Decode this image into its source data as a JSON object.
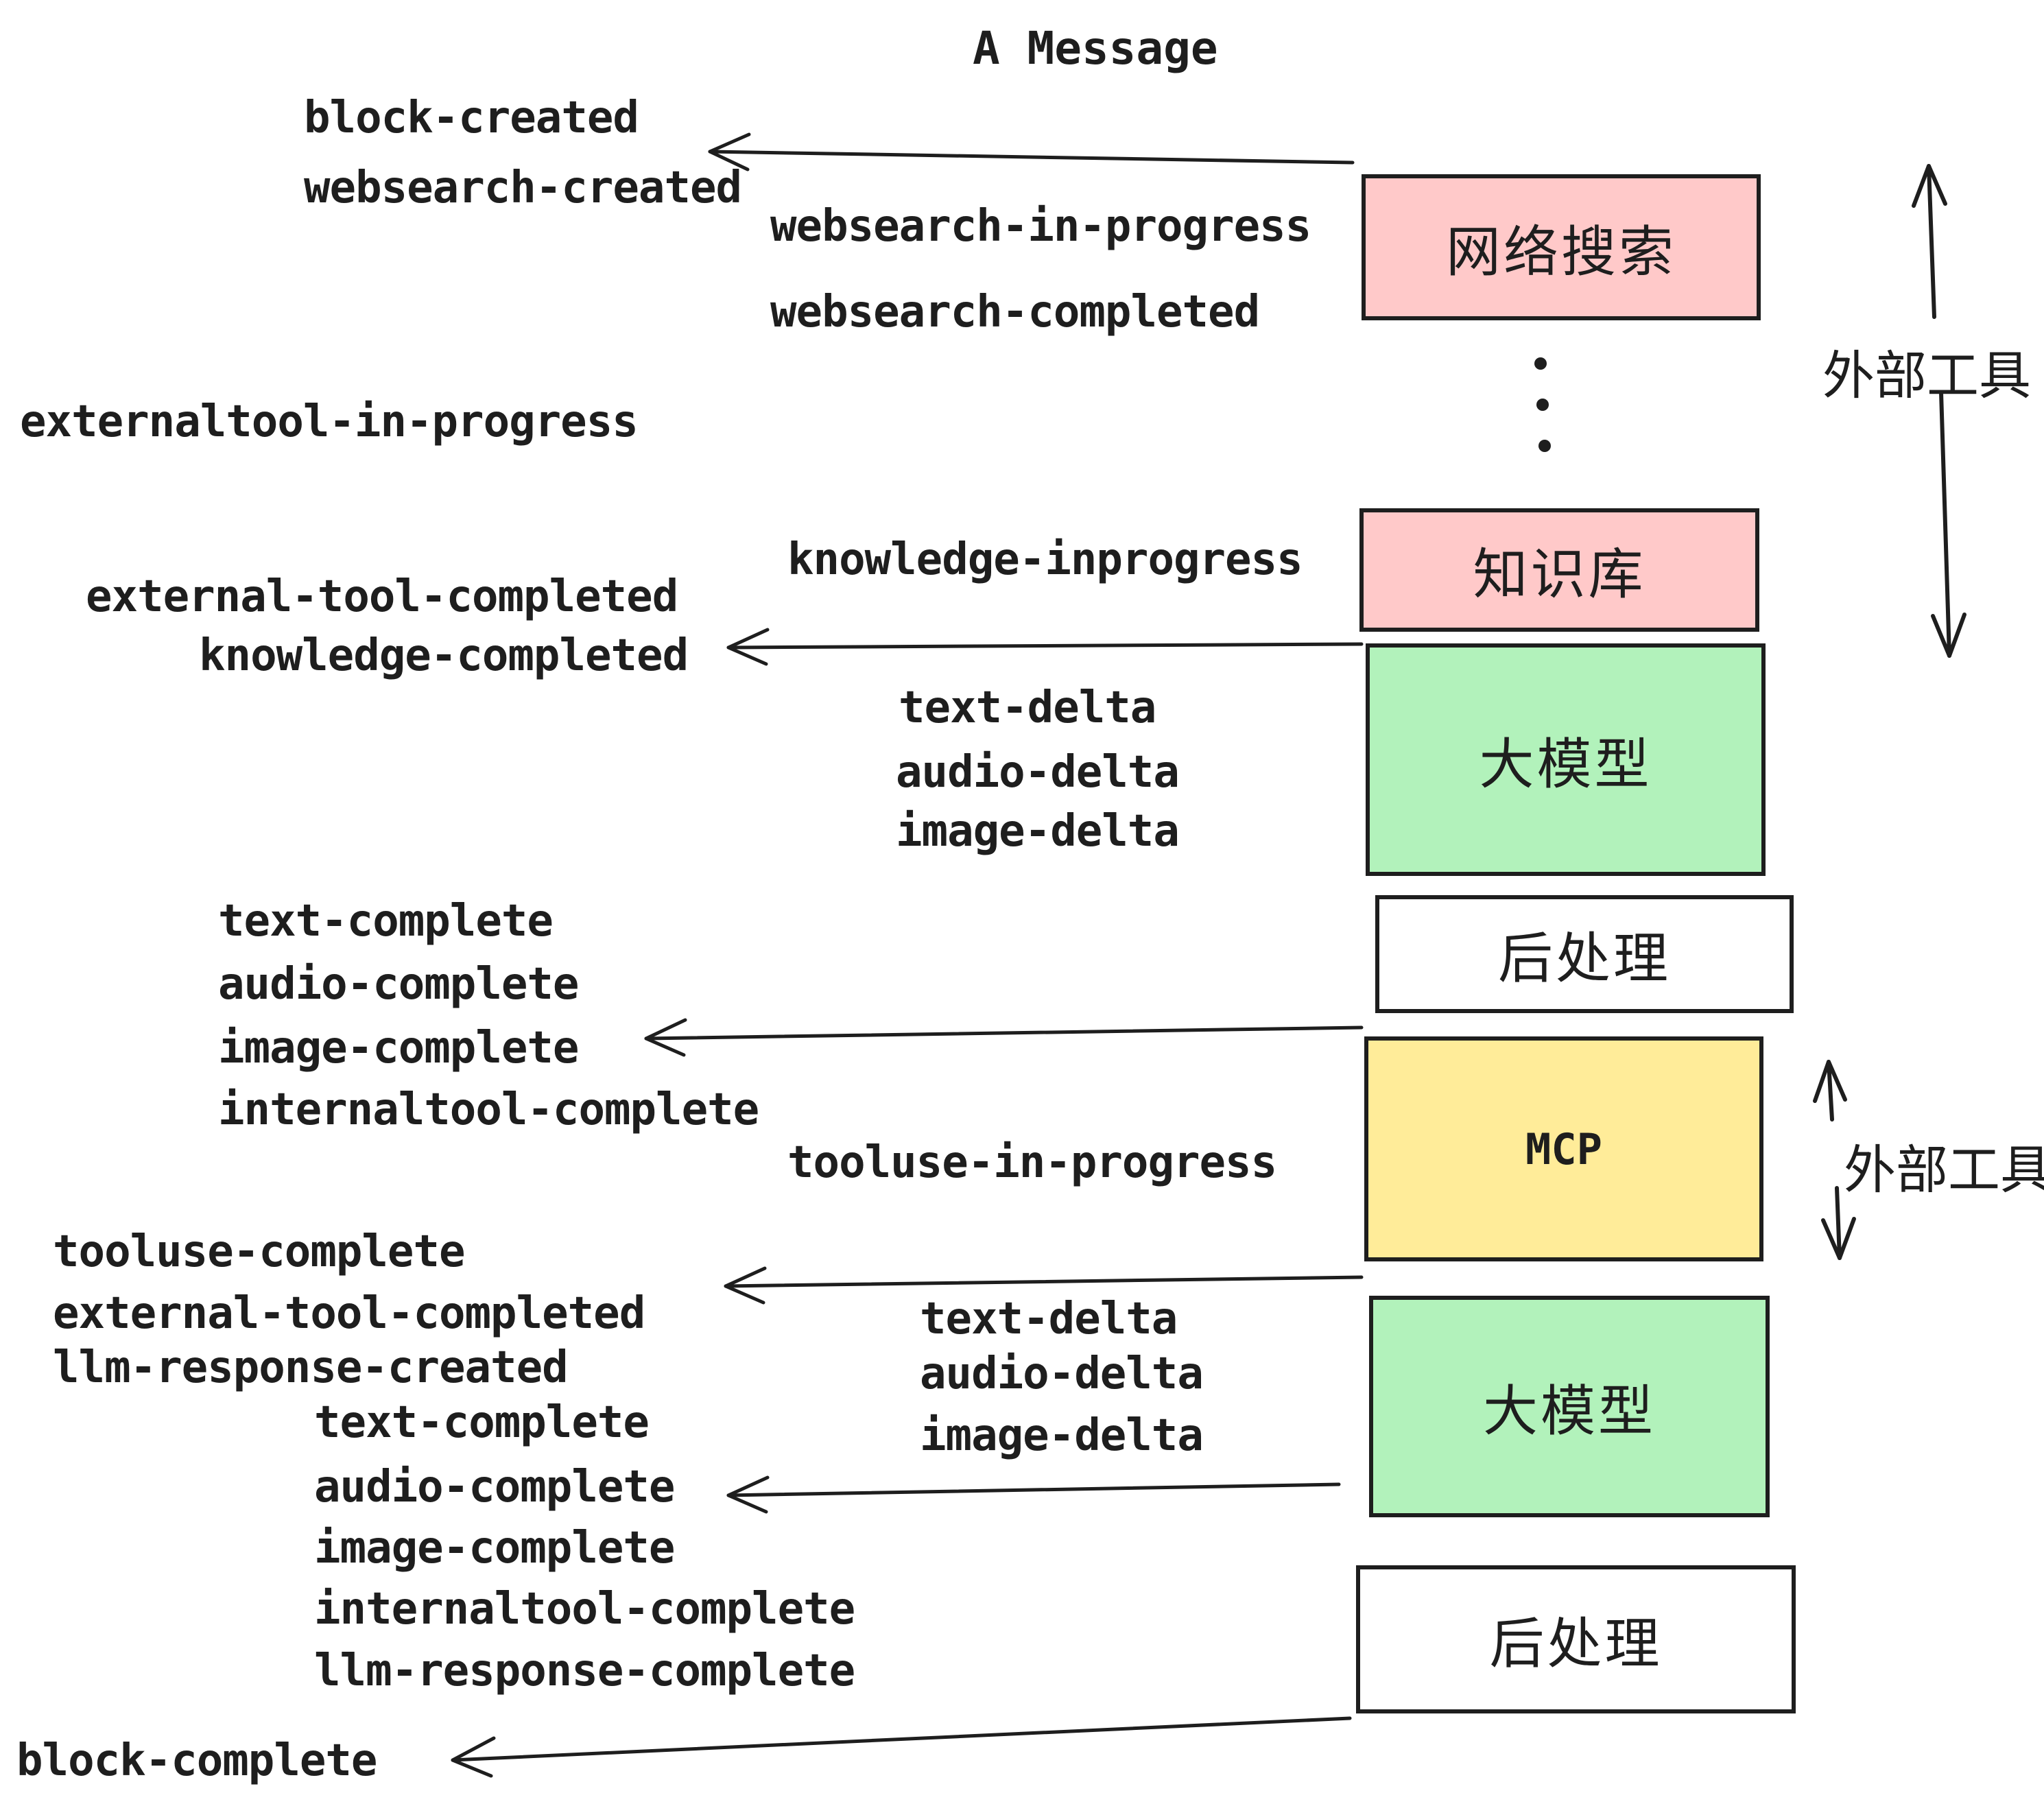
{
  "title": "A Message",
  "colors": {
    "background": "#ffffff",
    "stroke": "#1e1e1e",
    "pink": "#ffc9c9",
    "green": "#b2f2bb",
    "yellow": "#ffec99",
    "white": "#ffffff"
  },
  "boxes": [
    {
      "id": "websearch",
      "label": "网络搜索",
      "fill": "#ffc9c9"
    },
    {
      "id": "knowledge",
      "label": "知识库",
      "fill": "#ffc9c9"
    },
    {
      "id": "llm-1",
      "label": "大模型",
      "fill": "#b2f2bb"
    },
    {
      "id": "post-1",
      "label": "后处理",
      "fill": "#ffffff"
    },
    {
      "id": "mcp",
      "label": "MCP",
      "fill": "#ffec99"
    },
    {
      "id": "llm-2",
      "label": "大模型",
      "fill": "#b2f2bb"
    },
    {
      "id": "post-2",
      "label": "后处理",
      "fill": "#ffffff"
    }
  ],
  "side_annotations": {
    "external_tools_top": "外部工具",
    "external_tools_mid": "外部工具"
  },
  "events": {
    "block_created": "block-created",
    "websearch_created": "websearch-created",
    "websearch_in_progress": "websearch-in-progress",
    "websearch_completed": "websearch-completed",
    "externaltool_in_progress": "externaltool-in-progress",
    "knowledge_inprogress": "knowledge-inprogress",
    "external_tool_completed_1": "external-tool-completed",
    "knowledge_completed": "knowledge-completed",
    "text_delta_1": "text-delta",
    "audio_delta_1": "audio-delta",
    "image_delta_1": "image-delta",
    "text_complete_1": "text-complete",
    "audio_complete_1": "audio-complete",
    "image_complete_1": "image-complete",
    "internaltool_complete_1": "internaltool-complete",
    "tooluse_in_progress": "tooluse-in-progress",
    "tooluse_complete": "tooluse-complete",
    "external_tool_completed_2": "external-tool-completed",
    "llm_response_created": "llm-response-created",
    "text_complete_2": "text-complete",
    "audio_complete_2": "audio-complete",
    "image_complete_2": "image-complete",
    "internaltool_complete_2": "internaltool-complete",
    "llm_response_complete": "llm-response-complete",
    "block_complete": "block-complete",
    "text_delta_2": "text-delta",
    "audio_delta_2": "audio-delta",
    "image_delta_2": "image-delta"
  }
}
